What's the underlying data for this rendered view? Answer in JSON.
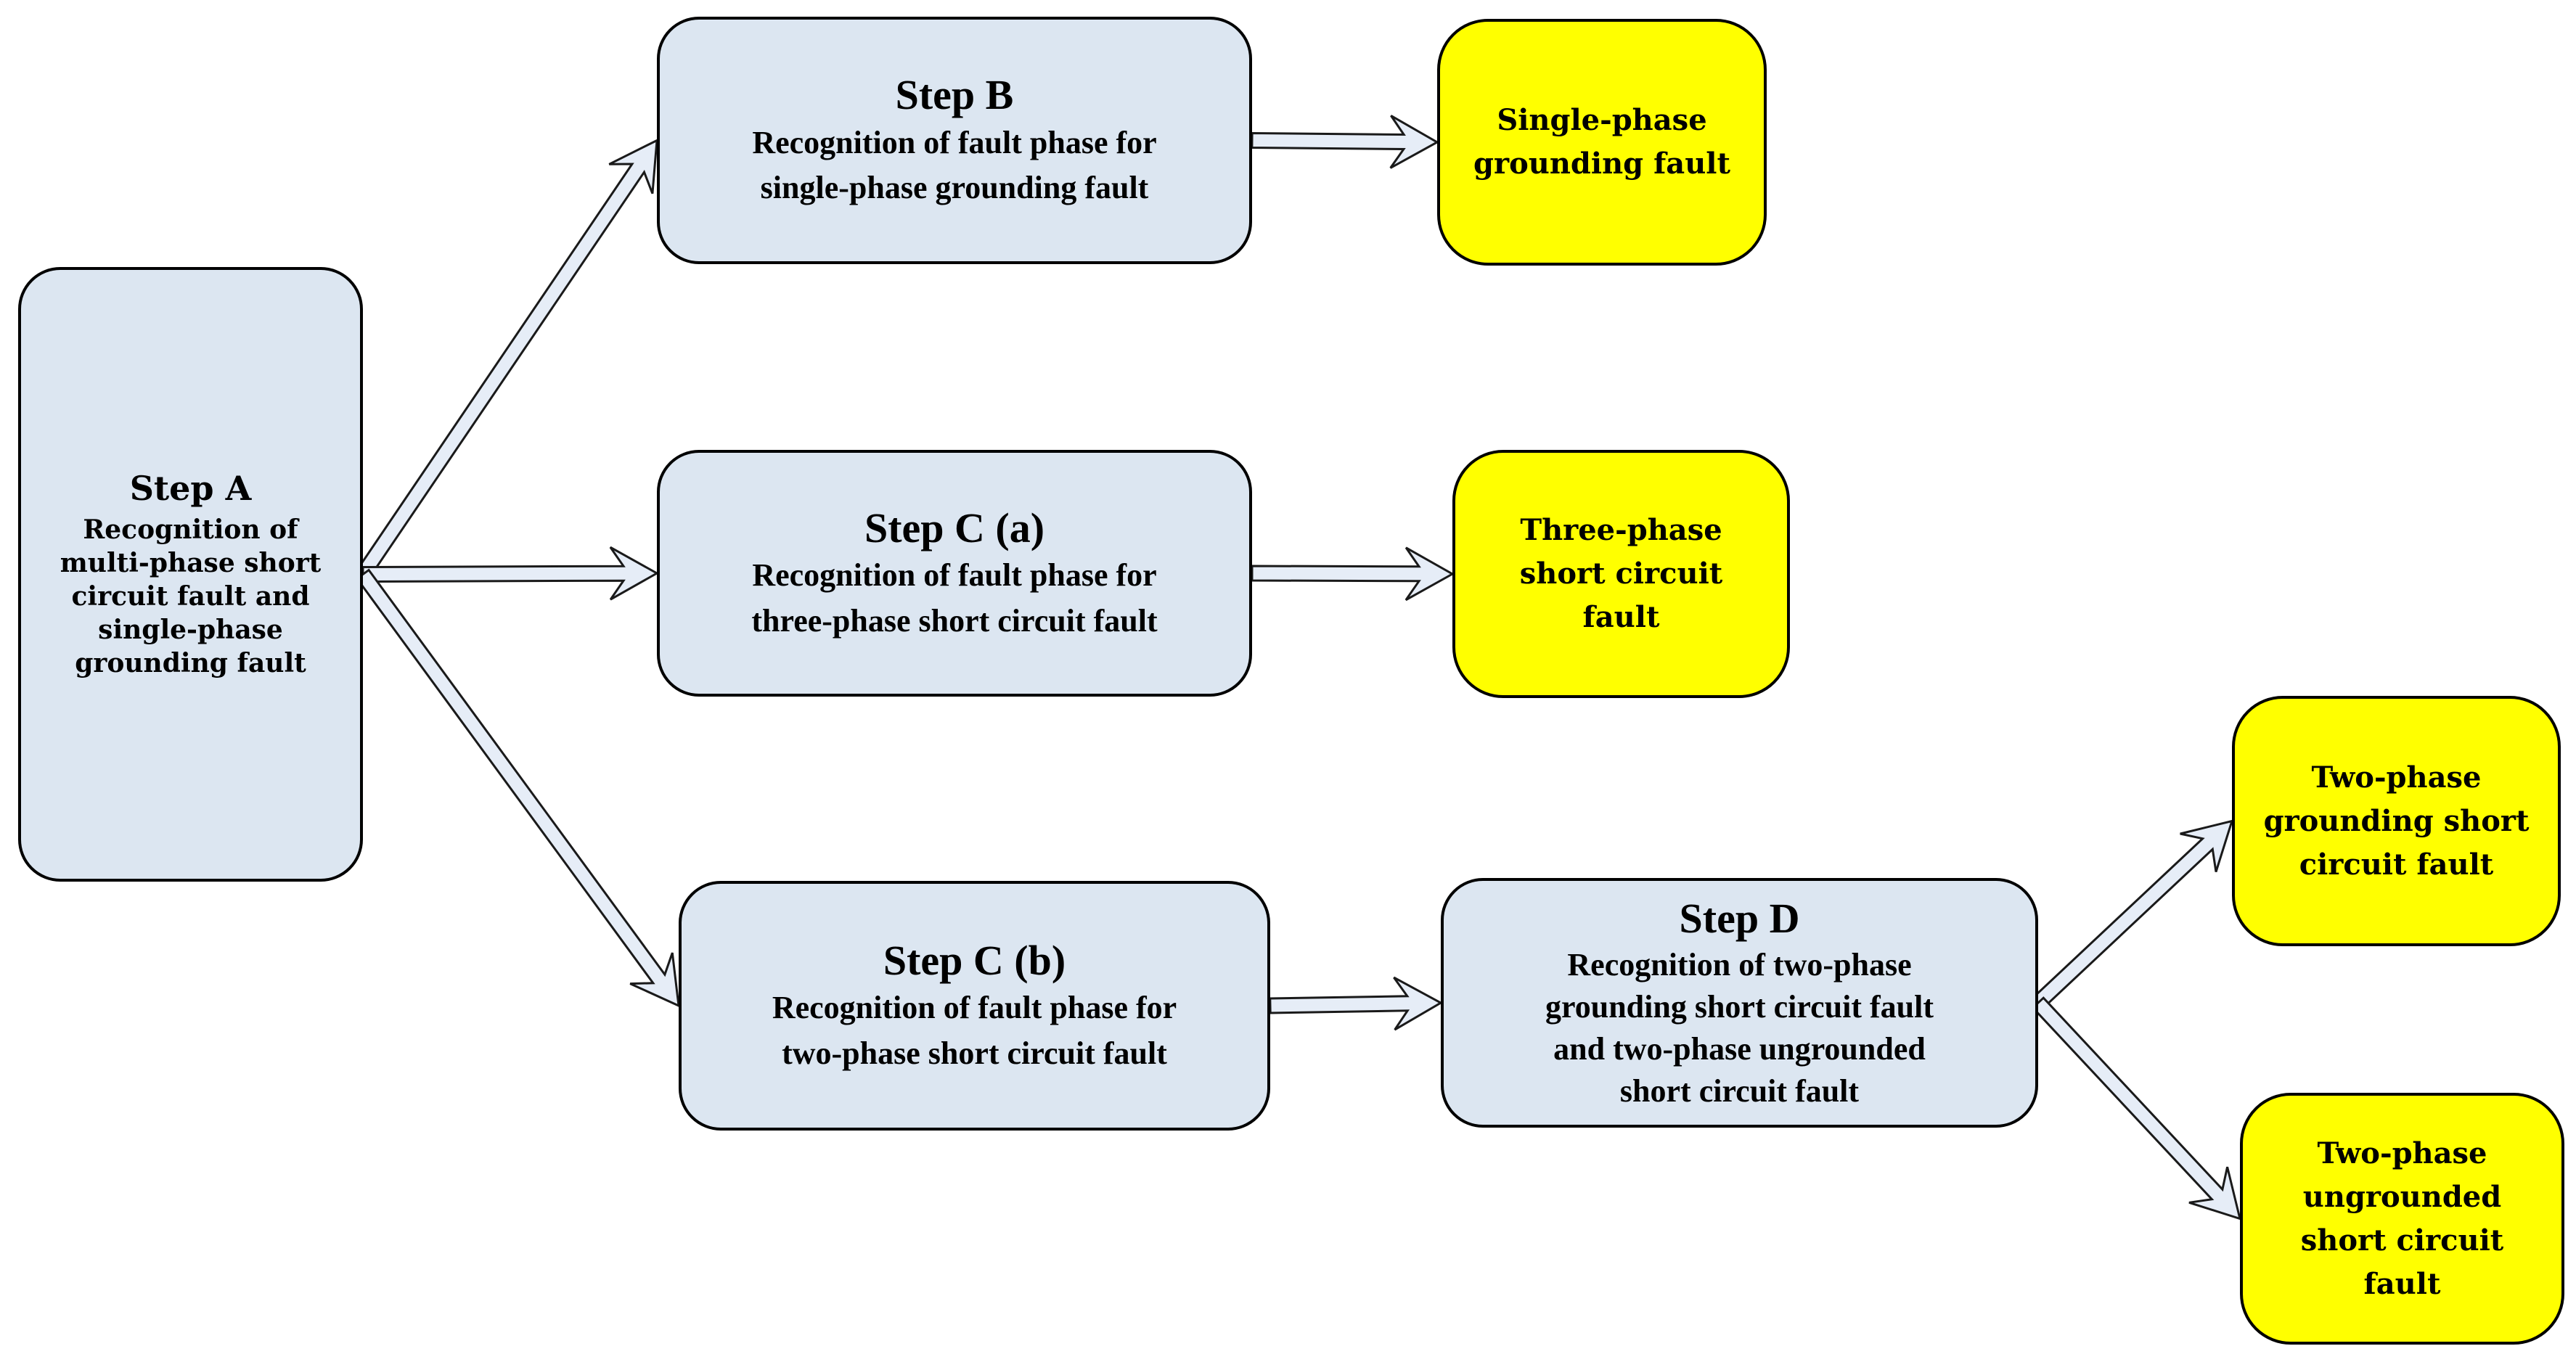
{
  "figure": {
    "colors": {
      "background": "#ffffff",
      "process_fill": "#dce6f1",
      "result_fill": "#ffff00",
      "border": "#000000",
      "arrow_fill": "#e6edf7",
      "arrow_stroke": "#1a1a1a",
      "text": "#000000"
    },
    "boxes": [
      {
        "id": "step-a",
        "kind": "process",
        "title": "Step A",
        "body": "Recognition of\nmulti-phase short\ncircuit fault and\nsingle-phase\ngrounding fault"
      },
      {
        "id": "step-b",
        "kind": "process",
        "title": "Step B",
        "body": "Recognition of fault phase for\nsingle-phase grounding fault"
      },
      {
        "id": "step-c-a",
        "kind": "process",
        "title": "Step C (a)",
        "body": "Recognition of fault phase for\nthree-phase short circuit fault"
      },
      {
        "id": "step-c-b",
        "kind": "process",
        "title": "Step C (b)",
        "body": "Recognition of fault phase for\ntwo-phase short circuit fault"
      },
      {
        "id": "step-d",
        "kind": "process",
        "title": "Step D",
        "body": "Recognition of two-phase\ngrounding short circuit fault\nand two-phase ungrounded\nshort circuit fault"
      },
      {
        "id": "fault-single-phase",
        "kind": "result",
        "body": "Single-phase\ngrounding fault"
      },
      {
        "id": "fault-three-phase",
        "kind": "result",
        "body": "Three-phase\nshort circuit\nfault"
      },
      {
        "id": "fault-two-phase-grounding",
        "kind": "result",
        "body": "Two-phase\ngrounding short\ncircuit fault"
      },
      {
        "id": "fault-two-phase-ungrounded",
        "kind": "result",
        "body": "Two-phase\nungrounded\nshort circuit\nfault"
      }
    ],
    "arrows": [
      {
        "from": "step-a",
        "to": "step-b"
      },
      {
        "from": "step-a",
        "to": "step-c-a"
      },
      {
        "from": "step-a",
        "to": "step-c-b"
      },
      {
        "from": "step-b",
        "to": "fault-single-phase"
      },
      {
        "from": "step-c-a",
        "to": "fault-three-phase"
      },
      {
        "from": "step-c-b",
        "to": "step-d"
      },
      {
        "from": "step-d",
        "to": "fault-two-phase-grounding"
      },
      {
        "from": "step-d",
        "to": "fault-two-phase-ungrounded"
      }
    ]
  }
}
